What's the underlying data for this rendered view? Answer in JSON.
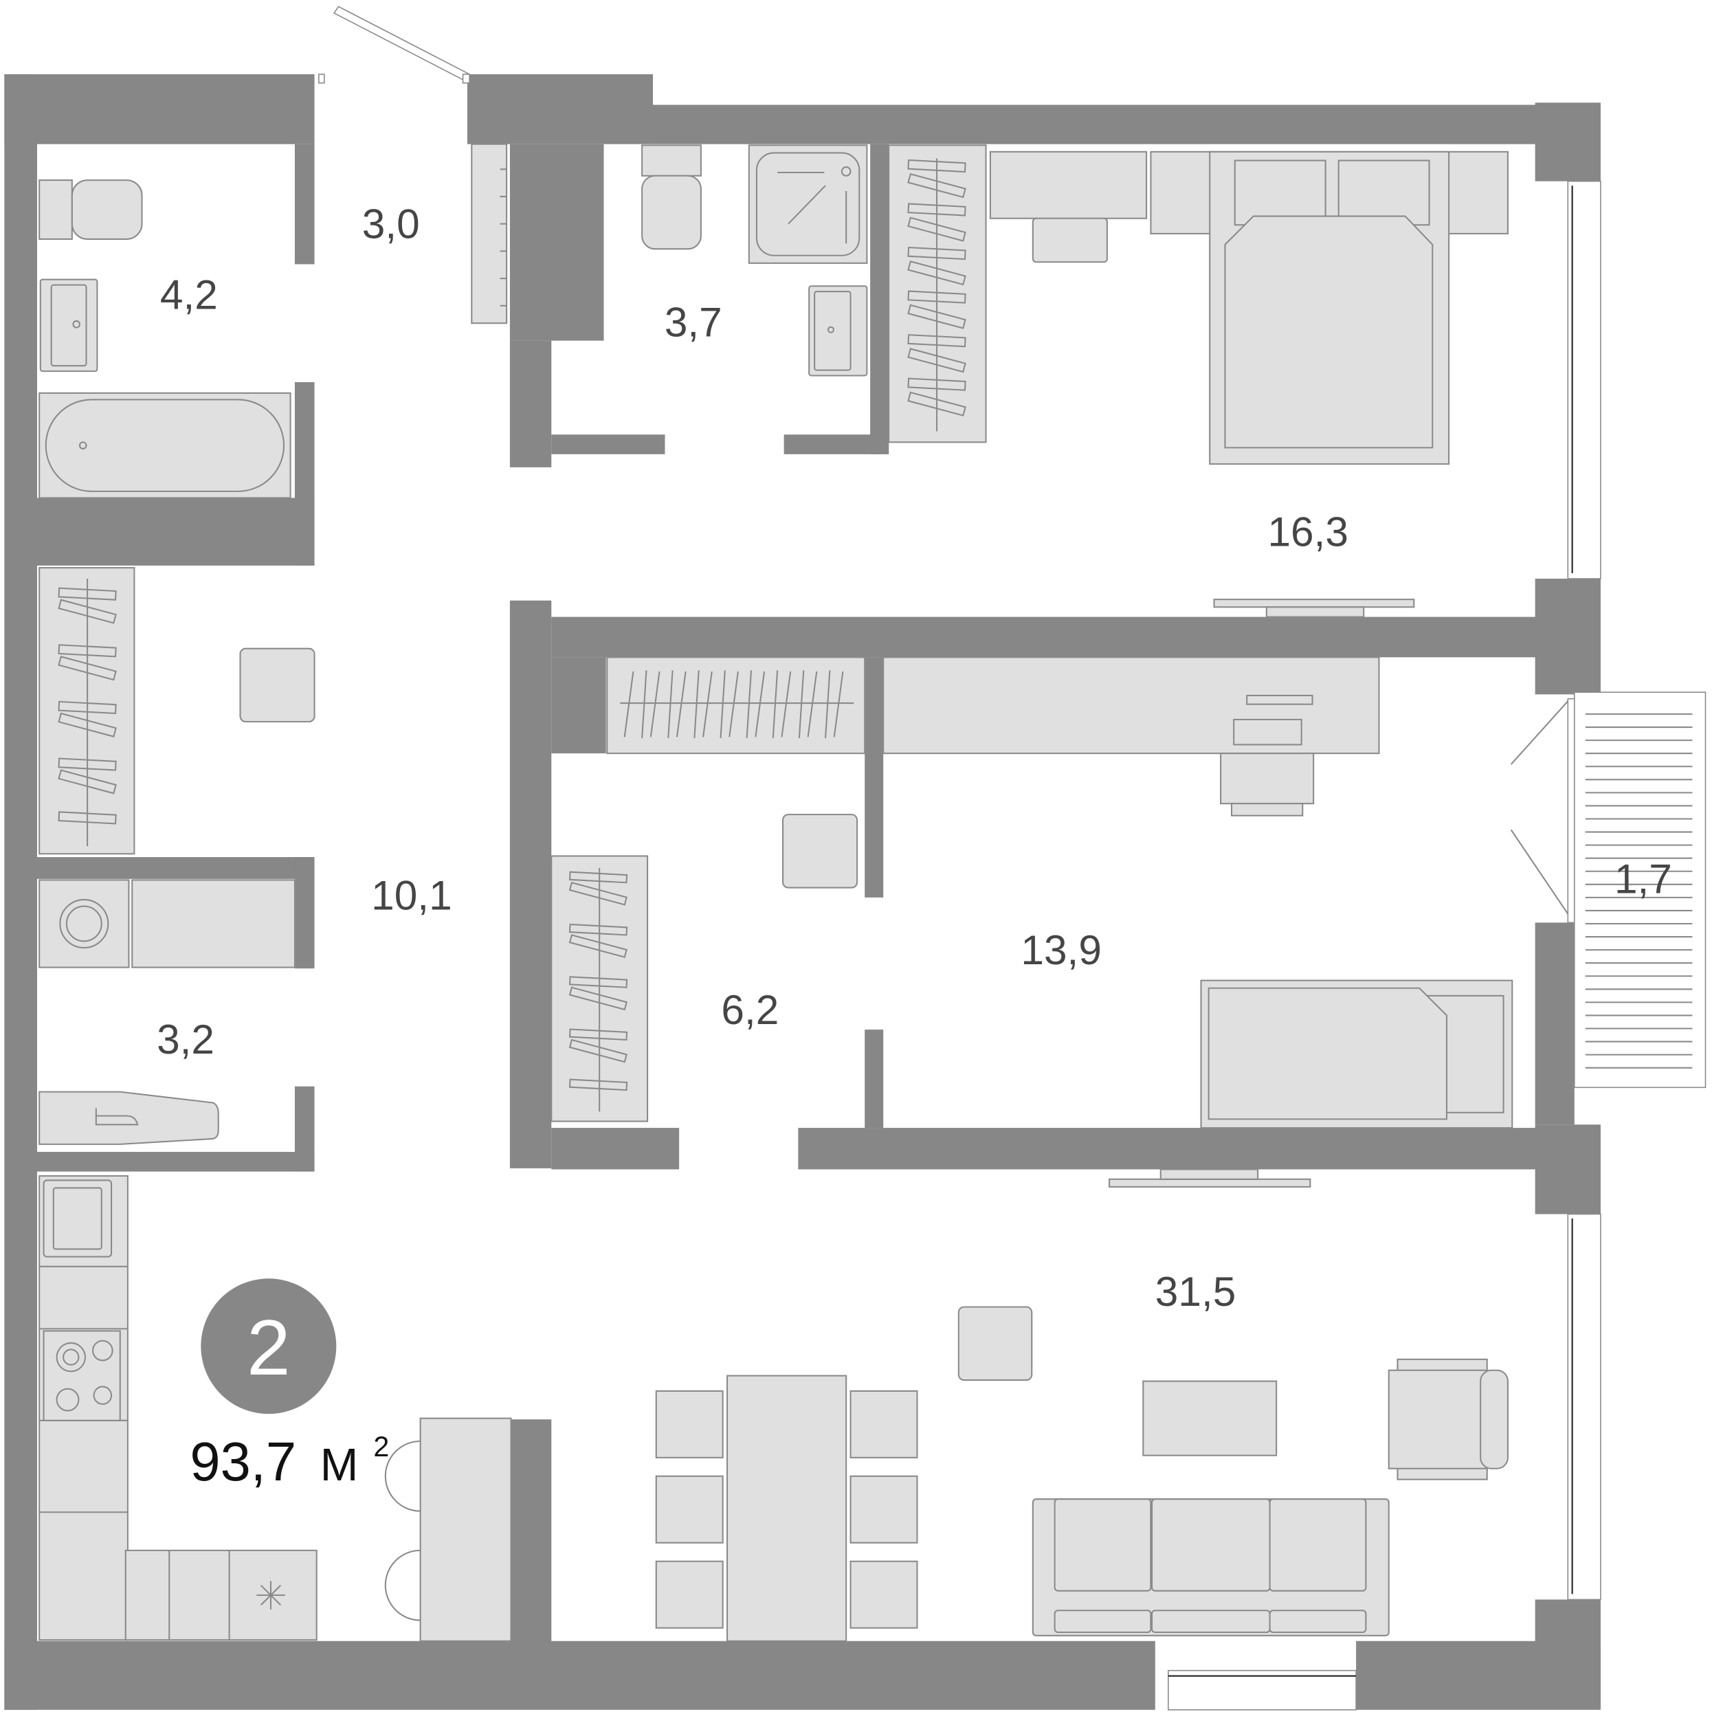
{
  "plan": {
    "rooms_count": "2",
    "total_area_value": "93,7",
    "total_area_unit": "М",
    "total_area_sup": "2",
    "colors": {
      "wall": "#878787",
      "furniture": "#e0e0e0",
      "stroke": "#8a8a8a",
      "label": "#454545",
      "badge": "#878787"
    }
  },
  "rooms": [
    {
      "id": "bathroom-1",
      "area": "4,2"
    },
    {
      "id": "hall-entry",
      "area": "3,0"
    },
    {
      "id": "bathroom-2",
      "area": "3,7"
    },
    {
      "id": "bedroom-master",
      "area": "16,3"
    },
    {
      "id": "corridor",
      "area": "10,1"
    },
    {
      "id": "wardrobe",
      "area": "6,2"
    },
    {
      "id": "bedroom-2",
      "area": "13,9"
    },
    {
      "id": "balcony",
      "area": "1,7"
    },
    {
      "id": "laundry",
      "area": "3,2"
    },
    {
      "id": "living-kitchen",
      "area": "31,5"
    }
  ]
}
